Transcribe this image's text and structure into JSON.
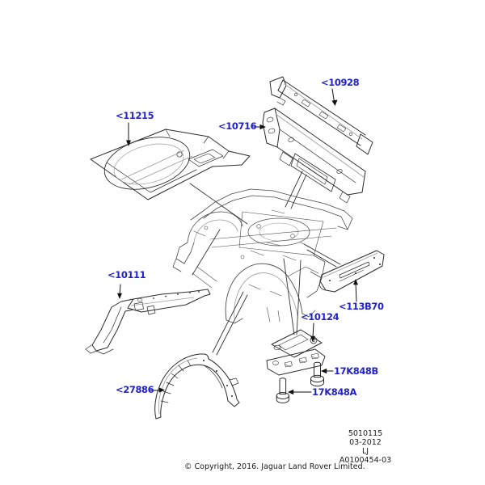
{
  "colors": {
    "label_blue": "#2222cc",
    "line_black": "#2b2b2b"
  },
  "parts": {
    "p11215": {
      "label": "<11215"
    },
    "p10928": {
      "label": "<10928"
    },
    "p10716": {
      "label": "<10716"
    },
    "p10111": {
      "label": "<10111"
    },
    "p113B70": {
      "label": "<113B70"
    },
    "p10124": {
      "label": "<10124"
    },
    "p17K848B": {
      "label": "17K848B"
    },
    "p17K848A": {
      "label": "17K848A"
    },
    "p27886": {
      "label": "<27886"
    }
  },
  "footer": {
    "figure_number": "5010115",
    "revision_date": "03-2012",
    "model_code": "LJ",
    "drawing_number": "A0100454-03"
  },
  "copyright_notice": "© Copyright, 2016. Jaguar Land Rover Limited."
}
